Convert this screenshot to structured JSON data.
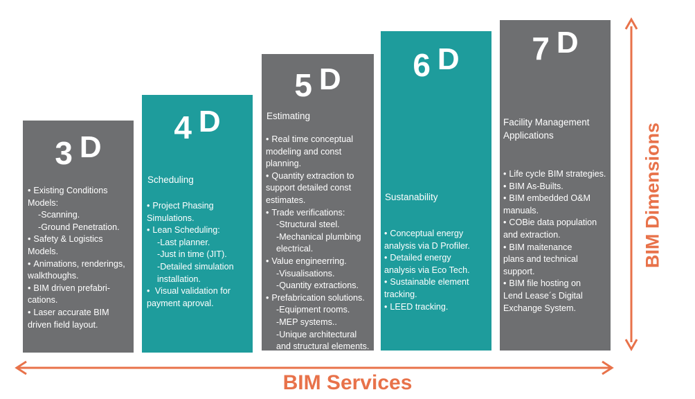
{
  "columns": [
    {
      "num": "3",
      "d": "D",
      "category": "",
      "items": [
        {
          "t": "Existing Conditions",
          "b": true
        },
        {
          "t": "Models:",
          "b": false
        },
        {
          "t": "-Scanning.",
          "b": false,
          "sub": true
        },
        {
          "t": "-Ground Penetration.",
          "b": false,
          "sub": true
        },
        {
          "t": "Safety & Logistics",
          "b": true
        },
        {
          "t": "Models.",
          "b": false
        },
        {
          "t": "Animations, renderings,",
          "b": true
        },
        {
          "t": "walkthoughs.",
          "b": false
        },
        {
          "t": "BIM driven prefabri-",
          "b": true
        },
        {
          "t": "cations.",
          "b": false
        },
        {
          "t": "Laser accurate BIM",
          "b": true
        },
        {
          "t": "driven field layout.",
          "b": false
        }
      ]
    },
    {
      "num": "4",
      "d": "D",
      "category": "Scheduling",
      "items": [
        {
          "t": "Project Phasing",
          "b": true
        },
        {
          "t": "Simulations.",
          "b": false
        },
        {
          "t": "Lean Scheduling:",
          "b": true
        },
        {
          "t": "-Last planner.",
          "b": false,
          "sub": true
        },
        {
          "t": "-Just in time (JIT).",
          "b": false,
          "sub": true
        },
        {
          "t": "-Detailed simulation",
          "b": false,
          "sub": true
        },
        {
          "t": "installation.",
          "b": false,
          "sub": true
        },
        {
          "t": " Visual validation for",
          "b": true
        },
        {
          "t": "payment aproval.",
          "b": false
        }
      ]
    },
    {
      "num": "5",
      "d": "D",
      "category": "Estimating",
      "items": [
        {
          "t": "Real time conceptual",
          "b": true
        },
        {
          "t": "modeling and const",
          "b": false
        },
        {
          "t": "planning.",
          "b": false
        },
        {
          "t": "Quantity extraction to",
          "b": true
        },
        {
          "t": "support detailed const",
          "b": false
        },
        {
          "t": "estimates.",
          "b": false
        },
        {
          "t": "Trade verifications:",
          "b": true
        },
        {
          "t": "-Structural steel.",
          "b": false,
          "sub": true
        },
        {
          "t": "-Mechanical plumbing",
          "b": false,
          "sub": true
        },
        {
          "t": "electrical.",
          "b": false,
          "sub": true
        },
        {
          "t": "Value engineerring.",
          "b": true
        },
        {
          "t": "-Visualisations.",
          "b": false,
          "sub": true
        },
        {
          "t": "-Quantity extractions.",
          "b": false,
          "sub": true
        },
        {
          "t": "Prefabrication solutions.",
          "b": true
        },
        {
          "t": "-Equipment rooms.",
          "b": false,
          "sub": true
        },
        {
          "t": "-MEP systems..",
          "b": false,
          "sub": true
        },
        {
          "t": "-Unique architectural",
          "b": false,
          "sub": true
        },
        {
          "t": "and structural elements.",
          "b": false,
          "sub": true
        }
      ]
    },
    {
      "num": "6",
      "d": "D",
      "category": "Sustanability",
      "items": [
        {
          "t": "Conceptual energy",
          "b": true
        },
        {
          "t": "analysis via D Profiler.",
          "b": false
        },
        {
          "t": "Detailed energy",
          "b": true
        },
        {
          "t": "analysis via Eco Tech.",
          "b": false
        },
        {
          "t": "Sustainable element",
          "b": true
        },
        {
          "t": "tracking.",
          "b": false
        },
        {
          "t": "LEED tracking.",
          "b": true
        }
      ]
    },
    {
      "num": "7",
      "d": "D",
      "category": "Facility Management Applications",
      "items": [
        {
          "t": "Life cycle BIM strategies.",
          "b": true
        },
        {
          "t": "BIM As-Builts.",
          "b": true
        },
        {
          "t": "BIM embedded O&M",
          "b": true
        },
        {
          "t": "manuals.",
          "b": false
        },
        {
          "t": "COBie data population",
          "b": true
        },
        {
          "t": "and extraction.",
          "b": false
        },
        {
          "t": "BIM maitenance",
          "b": true
        },
        {
          "t": "plans and technical",
          "b": false
        },
        {
          "t": "support.",
          "b": false
        },
        {
          "t": "BIM file hosting on",
          "b": true
        },
        {
          "t": "Lend Lease´s Digital",
          "b": false
        },
        {
          "t": "Exchange System.",
          "b": false
        }
      ]
    }
  ],
  "axes": {
    "vertical_label": "BIM Dimensions",
    "horizontal_label": "BIM Services"
  },
  "colors": {
    "gray": "#6e6f71",
    "teal": "#1e9c9c",
    "accent": "#e8724a",
    "text": "#ffffff"
  }
}
